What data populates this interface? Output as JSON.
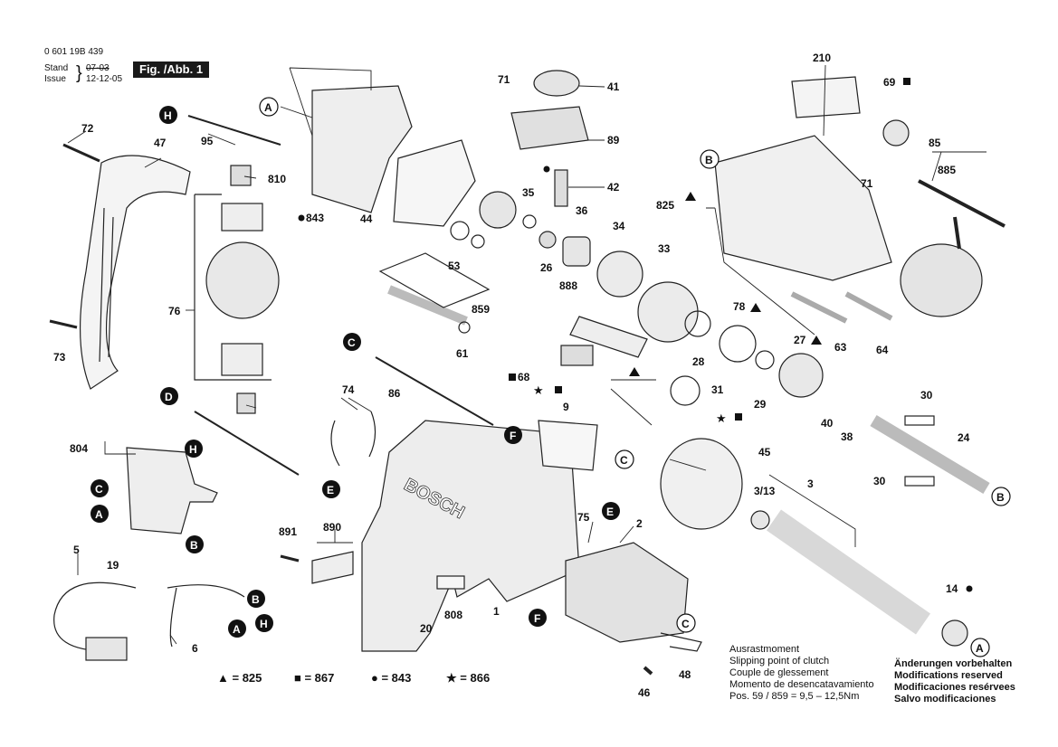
{
  "header": {
    "part_number": "0 601 19B 439",
    "stand_label": "Stand",
    "issue_label": "Issue",
    "date_1": "07-03",
    "date_2": "12-12-05",
    "figure_label": "Fig. /Abb. 1"
  },
  "parts": [
    "72",
    "47",
    "95",
    "810",
    "843",
    "44",
    "71",
    "41",
    "89",
    "42",
    "35",
    "36",
    "53",
    "26",
    "34",
    "33",
    "210",
    "69",
    "85",
    "885",
    "825",
    "71",
    "73",
    "76",
    "859",
    "61",
    "888",
    "68",
    "78",
    "27",
    "28",
    "29",
    "63",
    "64",
    "31",
    "40",
    "38",
    "24",
    "30",
    "30",
    "9",
    "86",
    "74",
    "C",
    "D",
    "804",
    "5",
    "19",
    "891",
    "890",
    "808",
    "20",
    "1",
    "75",
    "2",
    "45",
    "3/13",
    "3",
    "14",
    "46",
    "48",
    "6"
  ],
  "circle_labels": {
    "dark": [
      "H",
      "H",
      "C",
      "D",
      "C",
      "A",
      "B",
      "B",
      "A",
      "H",
      "E",
      "E",
      "F",
      "F"
    ],
    "open": [
      "A",
      "B",
      "C",
      "C",
      "B",
      "A"
    ]
  },
  "brand_text": "BOSCH",
  "legend": [
    {
      "symbol": "triangle",
      "text": "= 825"
    },
    {
      "symbol": "square",
      "text": "= 867"
    },
    {
      "symbol": "circle",
      "text": "= 843"
    },
    {
      "symbol": "star",
      "text": "= 866"
    }
  ],
  "clutch_note": [
    "Ausrastmoment",
    "Slipping point of clutch",
    "Couple de glessement",
    "Momento de desencatavamiento",
    "Pos.  59 / 859  =   9,5  – 12,5Nm"
  ],
  "reserved_note": [
    "Änderungen vorbehalten",
    "Modifications reserved",
    "Modificaciones resérvees",
    "Salvo modificaciones"
  ]
}
